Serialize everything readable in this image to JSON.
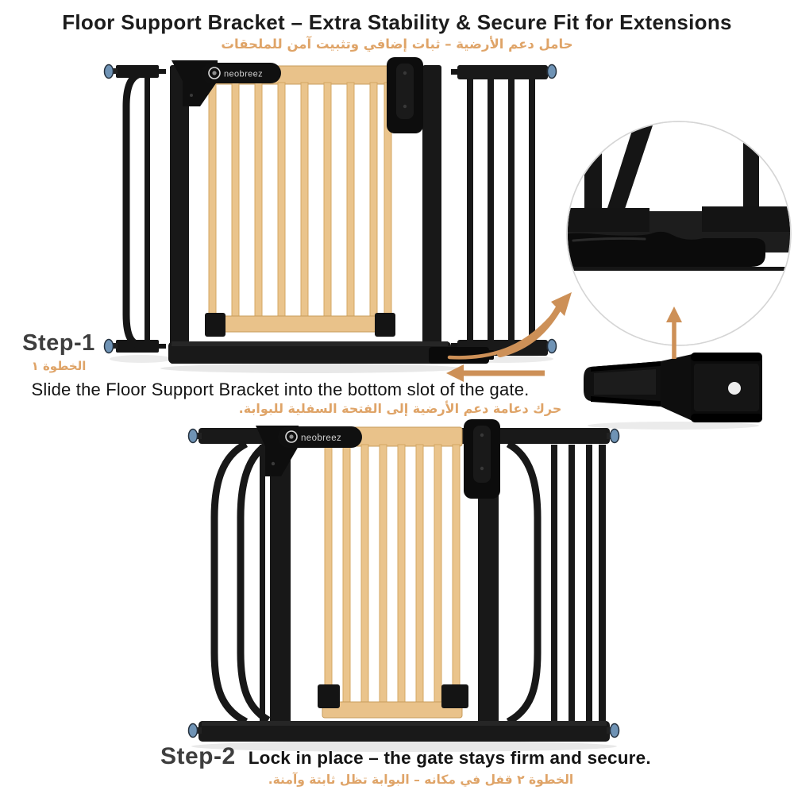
{
  "header": {
    "title": "Floor Support Bracket – Extra Stability & Secure Fit for Extensions",
    "subtitle_ar": "حامل دعم الأرضية – ثبات إضافي وتثبيت آمن للملحقات"
  },
  "brand": {
    "logo_text": "neobreez"
  },
  "steps": [
    {
      "label": "Step-1",
      "label_ar": "الخطوة ١",
      "instruction": "Slide the Floor Support Bracket into the bottom slot of the gate.",
      "instruction_ar": "حرك دعامة دعم الأرضية إلى الفتحة السفلية للبوابة."
    },
    {
      "label": "Step-2",
      "instruction": "Lock in place – the gate stays firm and secure.",
      "instruction_ar": "الخطوة ٢  قفل في مكانه – البوابة تظل ثابتة وآمنة."
    }
  ],
  "colors": {
    "accent_text_orange": "#DFA468",
    "arrow_orange": "#CD9057",
    "gate_black": "#181818",
    "wood_panel": "#EAC48C",
    "step_heading_gray": "#3E3E3E",
    "wall_cap_blue": "#6F93B5"
  }
}
